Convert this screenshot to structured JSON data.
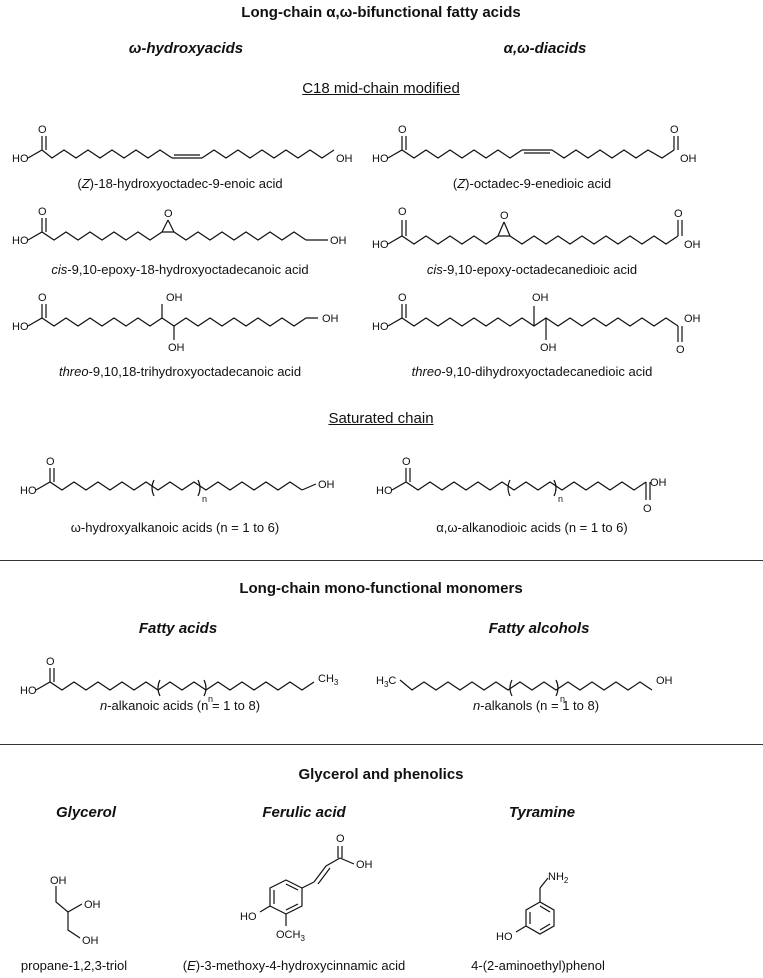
{
  "section1": {
    "title": "Long-chain α,ω-bifunctional fatty acids",
    "col_left": "ω-hydroxyacids",
    "col_right": "α,ω-diacids",
    "group_mid": "C18 mid-chain modified",
    "group_sat": "Saturated chain"
  },
  "compounds": {
    "c1": {
      "prefix": "(",
      "italic": "Z",
      "rest": ")-18-hydroxyoctadec-9-enoic acid"
    },
    "c2": {
      "prefix": "(",
      "italic": "Z",
      "rest": ")-octadec-9-enedioic acid"
    },
    "c3": {
      "italic": "cis",
      "rest": "-9,10-epoxy-18-hydroxyoctadecanoic acid"
    },
    "c4": {
      "italic": "cis",
      "rest": "-9,10-epoxy-octadecanedioic acid"
    },
    "c5": {
      "italic": "threo",
      "rest": "-9,10,18-trihydroxyoctadecanoic acid"
    },
    "c6": {
      "italic": "threo",
      "rest": "-9,10-dihydroxyoctadecanedioic acid"
    },
    "c7": {
      "text": "ω-hydroxyalkanoic acids (n = 1 to 6)"
    },
    "c8": {
      "text": "α,ω-alkanodioic acids (n = 1 to 6)"
    },
    "c9": {
      "italic": "n",
      "rest": "-alkanoic acids (n = 1 to 8)"
    },
    "c10": {
      "italic": "n",
      "rest": "-alkanols (n = 1 to 8)"
    },
    "c11": {
      "text": "propane-1,2,3-triol"
    },
    "c12": {
      "prefix": "(",
      "italic": "E",
      "rest": ")-3-methoxy-4-hydroxycinnamic acid"
    },
    "c13": {
      "text": "4-(2-aminoethyl)phenol"
    }
  },
  "section2": {
    "title": "Long-chain mono-functional monomers",
    "col_left": "Fatty acids",
    "col_right": "Fatty alcohols"
  },
  "section3": {
    "title": "Glycerol and phenolics",
    "col1": "Glycerol",
    "col2": "Ferulic acid",
    "col3": "Tyramine"
  },
  "atoms": {
    "O": "O",
    "OH": "OH",
    "HO": "HO",
    "n": "n",
    "CH3": "CH",
    "sub3": "3",
    "H3C": "H",
    "C": "C",
    "NH2": "NH",
    "sub2": "2",
    "OCH3": "OCH"
  }
}
